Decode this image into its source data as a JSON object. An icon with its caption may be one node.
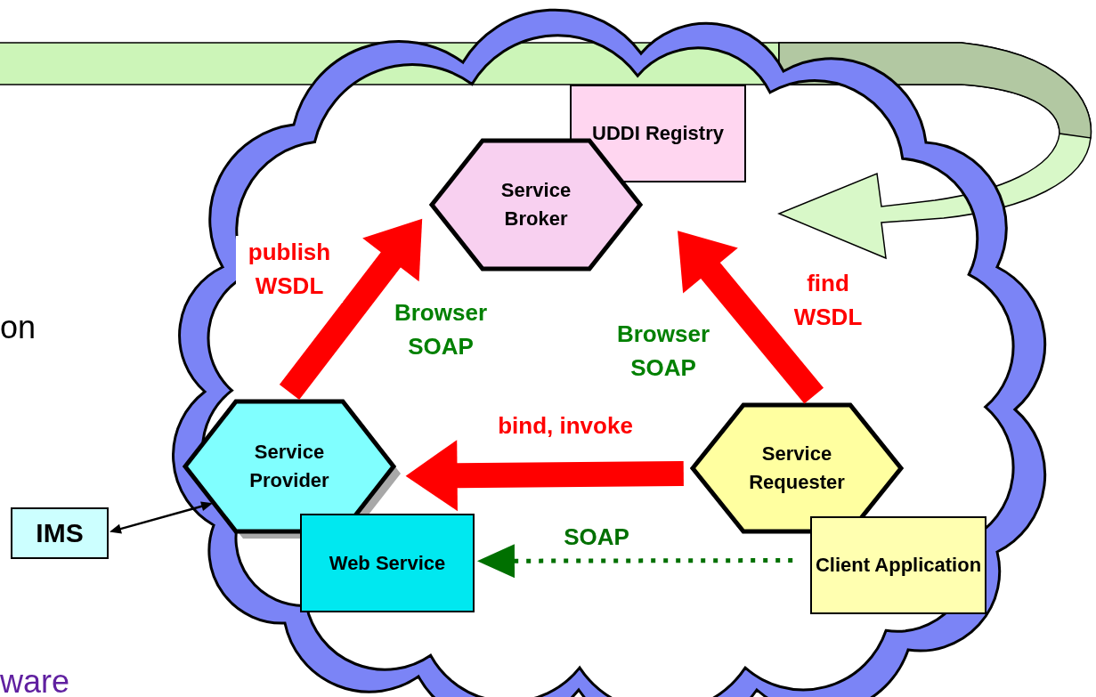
{
  "diagram": {
    "nodes": [
      {
        "text": [],
        "shape": "cloud"
      },
      {
        "text": [
          "UDDI Registry"
        ],
        "in": 0
      },
      {
        "text": [
          "Service Broker"
        ],
        "in": 0
      },
      {
        "text": [
          "Service Provider"
        ],
        "in": 0
      },
      {
        "text": [
          "Service Requester"
        ],
        "in": 0
      },
      {
        "text": [
          "Web Service"
        ],
        "in": 0
      },
      {
        "text": [
          "Client Application"
        ],
        "in": 0
      },
      {
        "text": [
          "IMS"
        ]
      }
    ],
    "edges": [
      {
        "from": 3,
        "to": 2,
        "arrow": "to",
        "label": "publish WSDL"
      },
      {
        "from": 4,
        "to": 2,
        "arrow": "to",
        "label": "find WSDL"
      },
      {
        "from": 4,
        "to": 3,
        "arrow": "to",
        "label": "bind, invoke"
      },
      {
        "from": 6,
        "to": 5,
        "arrow": "to",
        "label": "SOAP",
        "style": "dashed",
        "color": "#007000"
      },
      {
        "from": 7,
        "to": 3,
        "arrow": "both",
        "color": "#000000"
      }
    ],
    "labels": [
      "Browser SOAP",
      "Browser SOAP",
      "on",
      "ware"
    ]
  }
}
